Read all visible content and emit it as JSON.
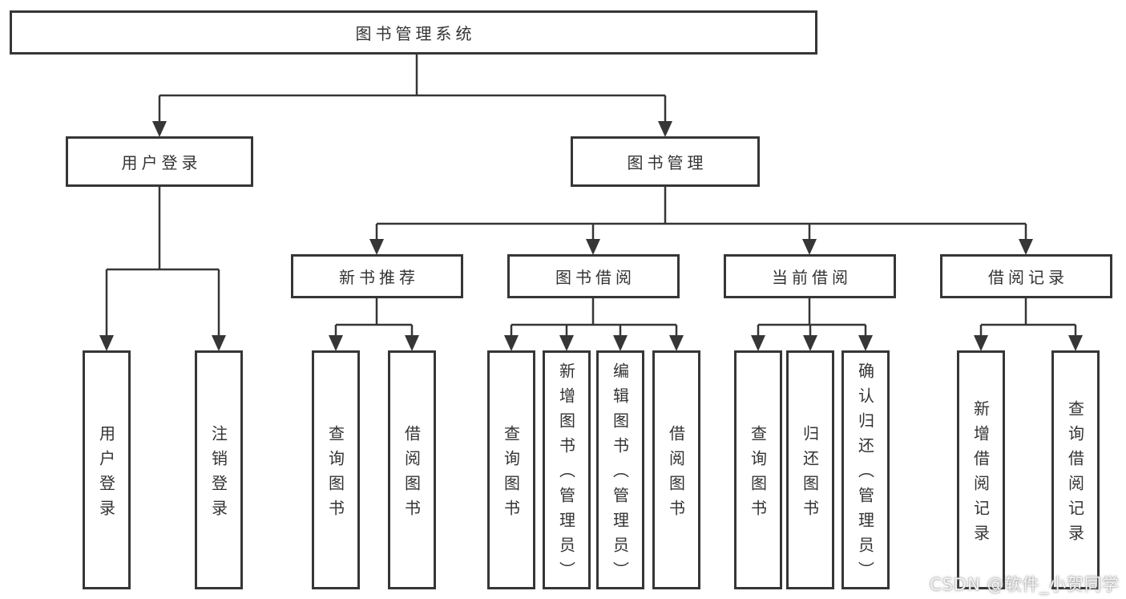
{
  "diagram": {
    "title": "图书管理系统",
    "root": "图书管理系统",
    "level2": [
      "用户登录",
      "图书管理"
    ],
    "level3": [
      "新书推荐",
      "图书借阅",
      "当前借阅",
      "借阅记录"
    ],
    "leaves": [
      [
        "用户登录",
        "注销登录"
      ],
      [
        "查询图书",
        "借阅图书"
      ],
      [
        "查询图书",
        "新增图书（管理员）",
        "编辑图书（管理员）",
        "借阅图书"
      ],
      [
        "查询图书",
        "归还图书",
        "确认归还（管理员）"
      ],
      [
        "新增借阅记录",
        "查询借阅记录"
      ]
    ]
  },
  "watermark": "CSDN @软件_小贺同学",
  "colors": {
    "line": "#363636",
    "border": "#363636",
    "text": "#333333",
    "background": "#ffffff",
    "watermark": "#ffffff"
  }
}
